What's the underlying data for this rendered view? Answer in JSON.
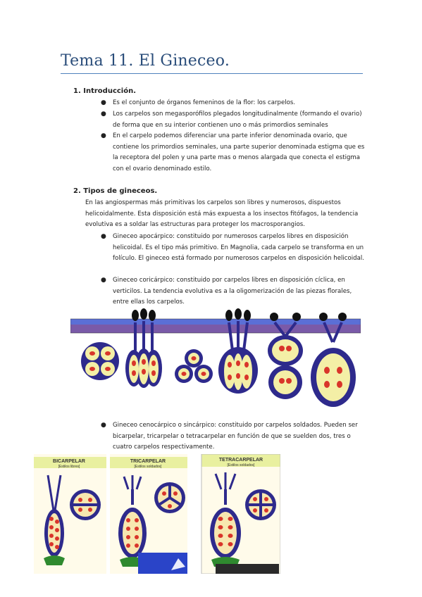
{
  "title": "Tema 11. El Gineceo.",
  "section1": {
    "heading": "1.   Introducción.",
    "bullets": [
      "Es el conjunto de órganos femeninos de la flor: los carpelos.",
      " Los carpelos son megasporófilos plegados longitudinalmente (formando el ovario) de forma que en su interior contienen uno o más primordios seminales",
      "En el carpelo podemos diferenciar una parte inferior denominada ovario, que contiene los primordios seminales, una parte superior denominada estigma que es la receptora del polen y una parte mas o menos alargada que conecta el estigma con el ovario denominado estilo."
    ]
  },
  "section2": {
    "heading": "2.   Tipos de gineceos.",
    "intro": "En las angiospermas más primitivas los carpelos son libres y numerosos, dispuestos helicoidalmente. Esta disposición está más expuesta a los insectos fitófagos, la tendencia evolutiva es a soldar las estructuras para proteger los macrosporangios.",
    "bullets": [
      "Gineceo apocárpico: constituido por numerosos carpelos libres en disposición helicoidal. Es el tipo más primitivo. En Magnolia, cada carpelo se transforma en un folículo. El gineceo está formado por numerosos carpelos en disposición helicoidal.",
      "Gineceo coricárpico: constituido por carpelos libres en disposición cíclica, en verticilos. La tendencia evolutiva es a la oligomerización de las piezas florales, entre ellas los carpelos."
    ],
    "bullet3": "Gineceo cenocárpico o sincárpico: constituido por carpelos soldados. Pueden ser bicarpelar, tricarpelar o tetracarpelar en función de que se suelden dos, tres o cuatro carpelos respectivamente."
  },
  "figure2": {
    "panels": [
      {
        "label": "BICARPELAR",
        "sub": "[Estilos libres]"
      },
      {
        "label": "TRICARPELAR",
        "sub": "[Estilos soldados]"
      },
      {
        "label": "TETRACARPELAR",
        "sub": "[Estilos soldados]"
      }
    ]
  },
  "colors": {
    "title": "#2a4d7a",
    "rule": "#4f81bd",
    "carpel_wall": "#2e2a8c",
    "ovule": "#d9352a",
    "locule": "#f4efa6",
    "band_top": "#5b6fd6",
    "band_bottom": "#7a5aa8",
    "receptacle": "#2f8a2f"
  }
}
